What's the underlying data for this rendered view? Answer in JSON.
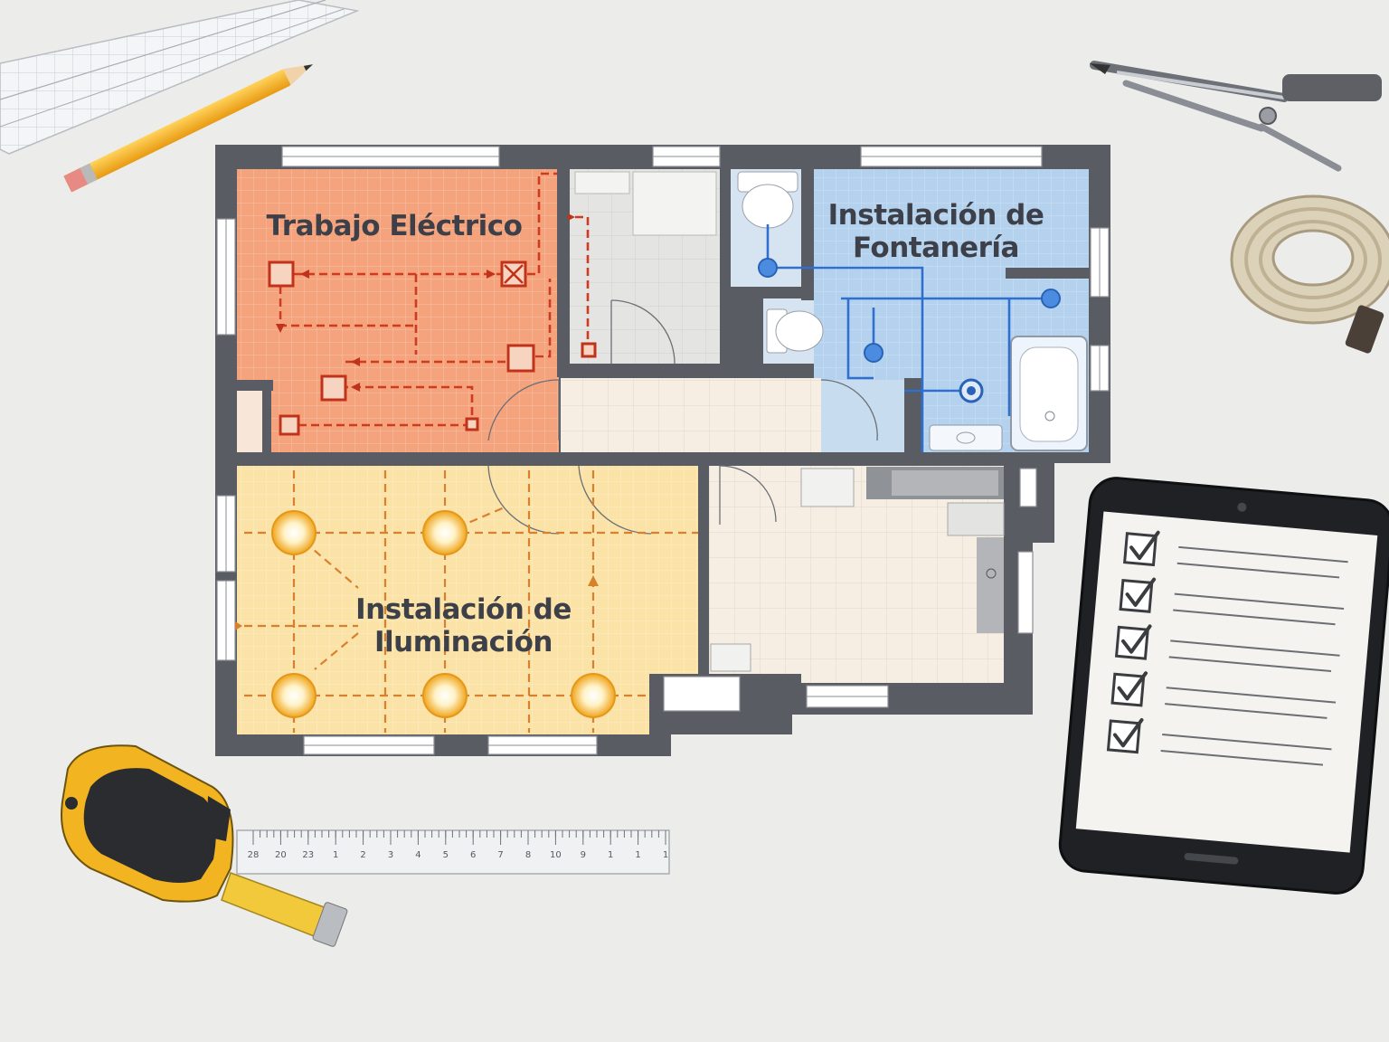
{
  "zones": {
    "electric": {
      "label": "Trabajo Eléctrico",
      "color": "#f4a37c",
      "line_color": "#d03a1e"
    },
    "plumbing": {
      "label_line1": "Instalación de",
      "label_line2": "Fontanería",
      "color": "#b4d2ee",
      "line_color": "#2f6fd0"
    },
    "lighting": {
      "label_line1": "Instalación de",
      "label_line2": "Iluminación",
      "color": "#fbe2a6",
      "line_color": "#d8802c"
    }
  },
  "ruler": {
    "ticks": [
      "28",
      "20",
      "23",
      "1",
      "2",
      "3",
      "4",
      "5",
      "6",
      "7",
      "8",
      "10",
      "9",
      "1",
      "1",
      "1"
    ]
  },
  "colors": {
    "wall": "#595c62",
    "background": "#ececea",
    "tape_measure": "#f2b420",
    "tablet": "#1f2124"
  },
  "icons": {
    "checklist": "checkbox-checked-icon",
    "light": "ceiling-light-icon",
    "outlet": "electrical-outlet-icon",
    "pipe": "water-pipe-node-icon"
  }
}
